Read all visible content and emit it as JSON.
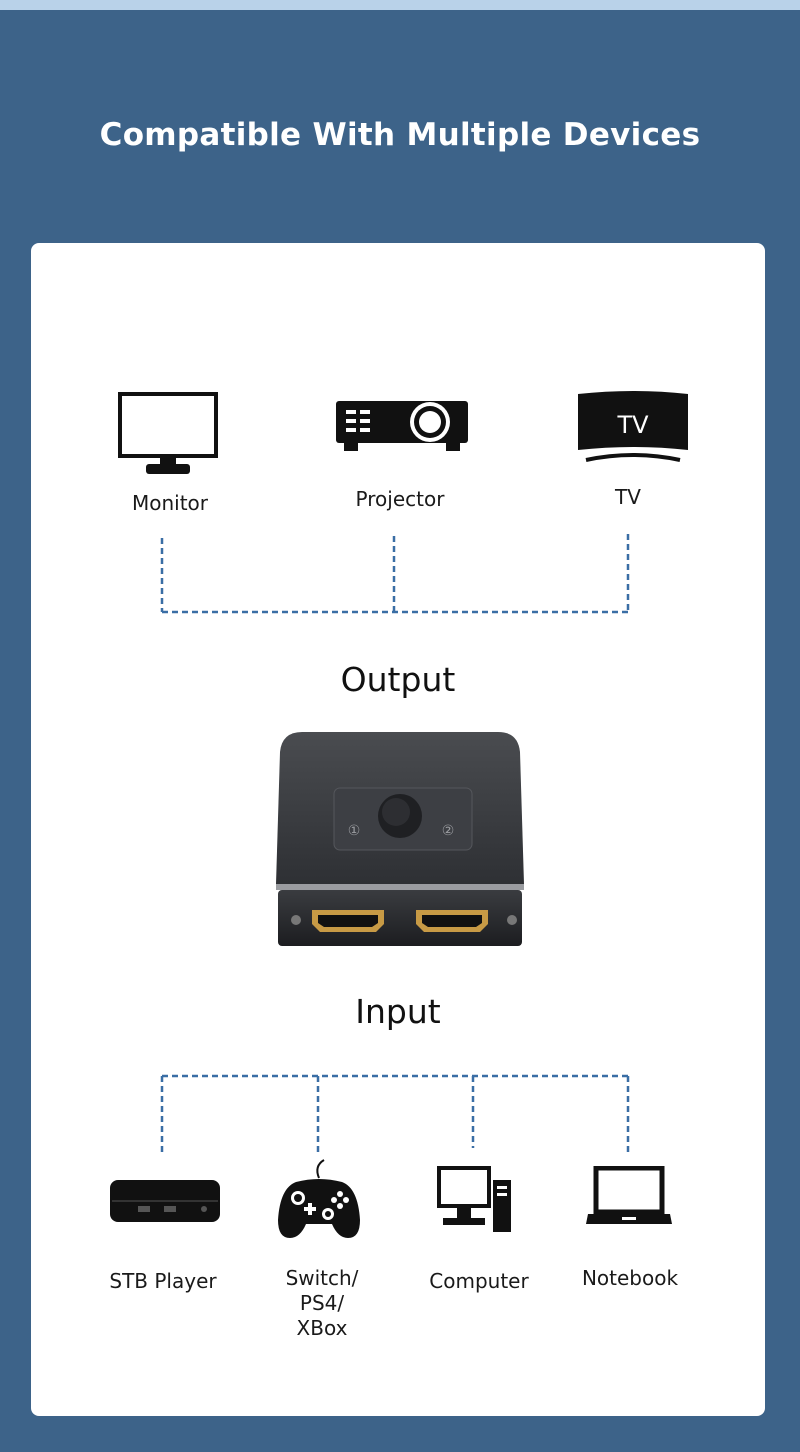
{
  "header": {
    "title": "Compatible With Multiple Devices"
  },
  "output": {
    "title": "Output",
    "devices": [
      {
        "label": "Monitor",
        "icon": "monitor-icon"
      },
      {
        "label": "Projector",
        "icon": "projector-icon"
      },
      {
        "label": "TV",
        "icon": "tv-icon",
        "icon_text": "TV"
      }
    ]
  },
  "switcher": {
    "port_labels": [
      "①",
      "②"
    ]
  },
  "input": {
    "title": "Input",
    "devices": [
      {
        "label": "STB Player",
        "icon": "stb-player-icon"
      },
      {
        "label_lines": [
          "Switch/",
          "PS4/",
          "XBox"
        ],
        "icon": "gamepad-icon"
      },
      {
        "label": "Computer",
        "icon": "computer-icon"
      },
      {
        "label": "Notebook",
        "icon": "notebook-icon"
      }
    ]
  },
  "colors": {
    "background": "#3d6389",
    "card": "#ffffff",
    "connector": "#3a6ea5",
    "icon": "#111111"
  }
}
